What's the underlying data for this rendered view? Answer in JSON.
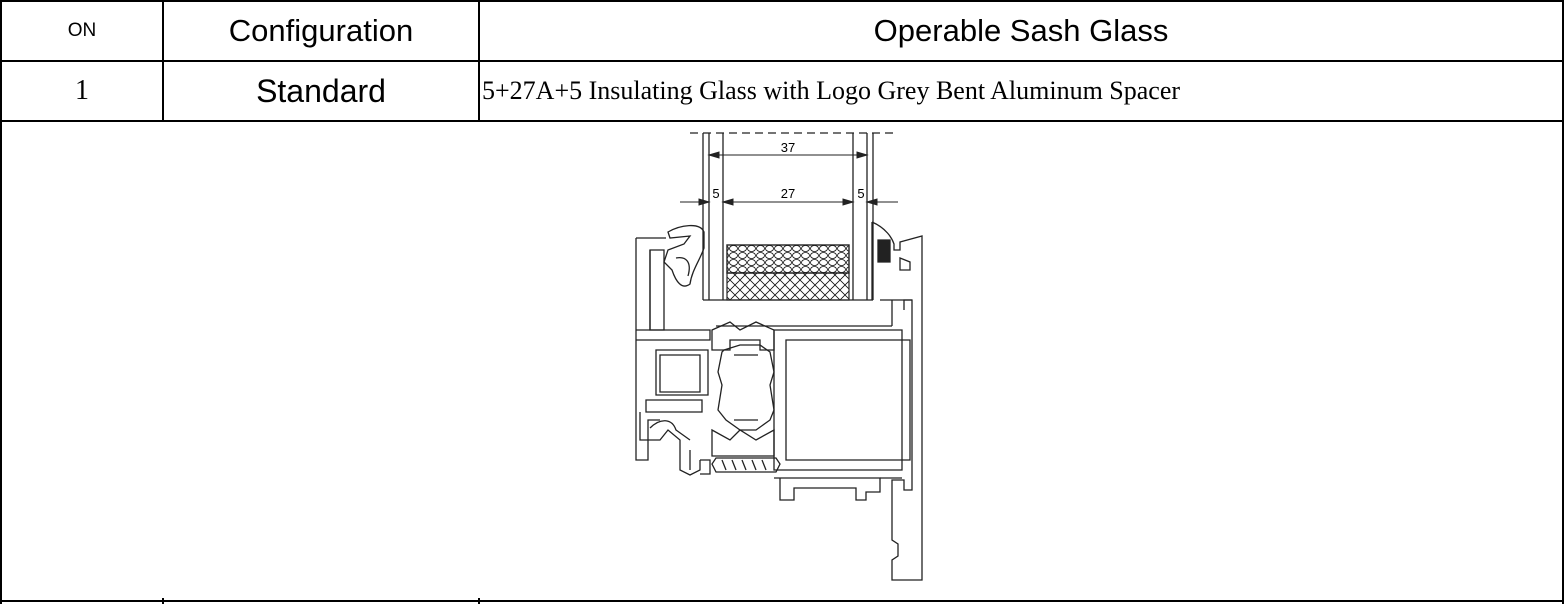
{
  "table": {
    "headers": {
      "on": "ON",
      "configuration": "Configuration",
      "glass": "Operable Sash Glass"
    },
    "rows": [
      {
        "on": "1",
        "configuration": "Standard",
        "glass": "5+27A+5 Insulating Glass with Logo Grey Bent Aluminum Spacer"
      }
    ]
  },
  "drawing": {
    "dim_total": "37",
    "dim_glass_left": "5",
    "dim_cavity": "27",
    "dim_glass_right": "5"
  }
}
